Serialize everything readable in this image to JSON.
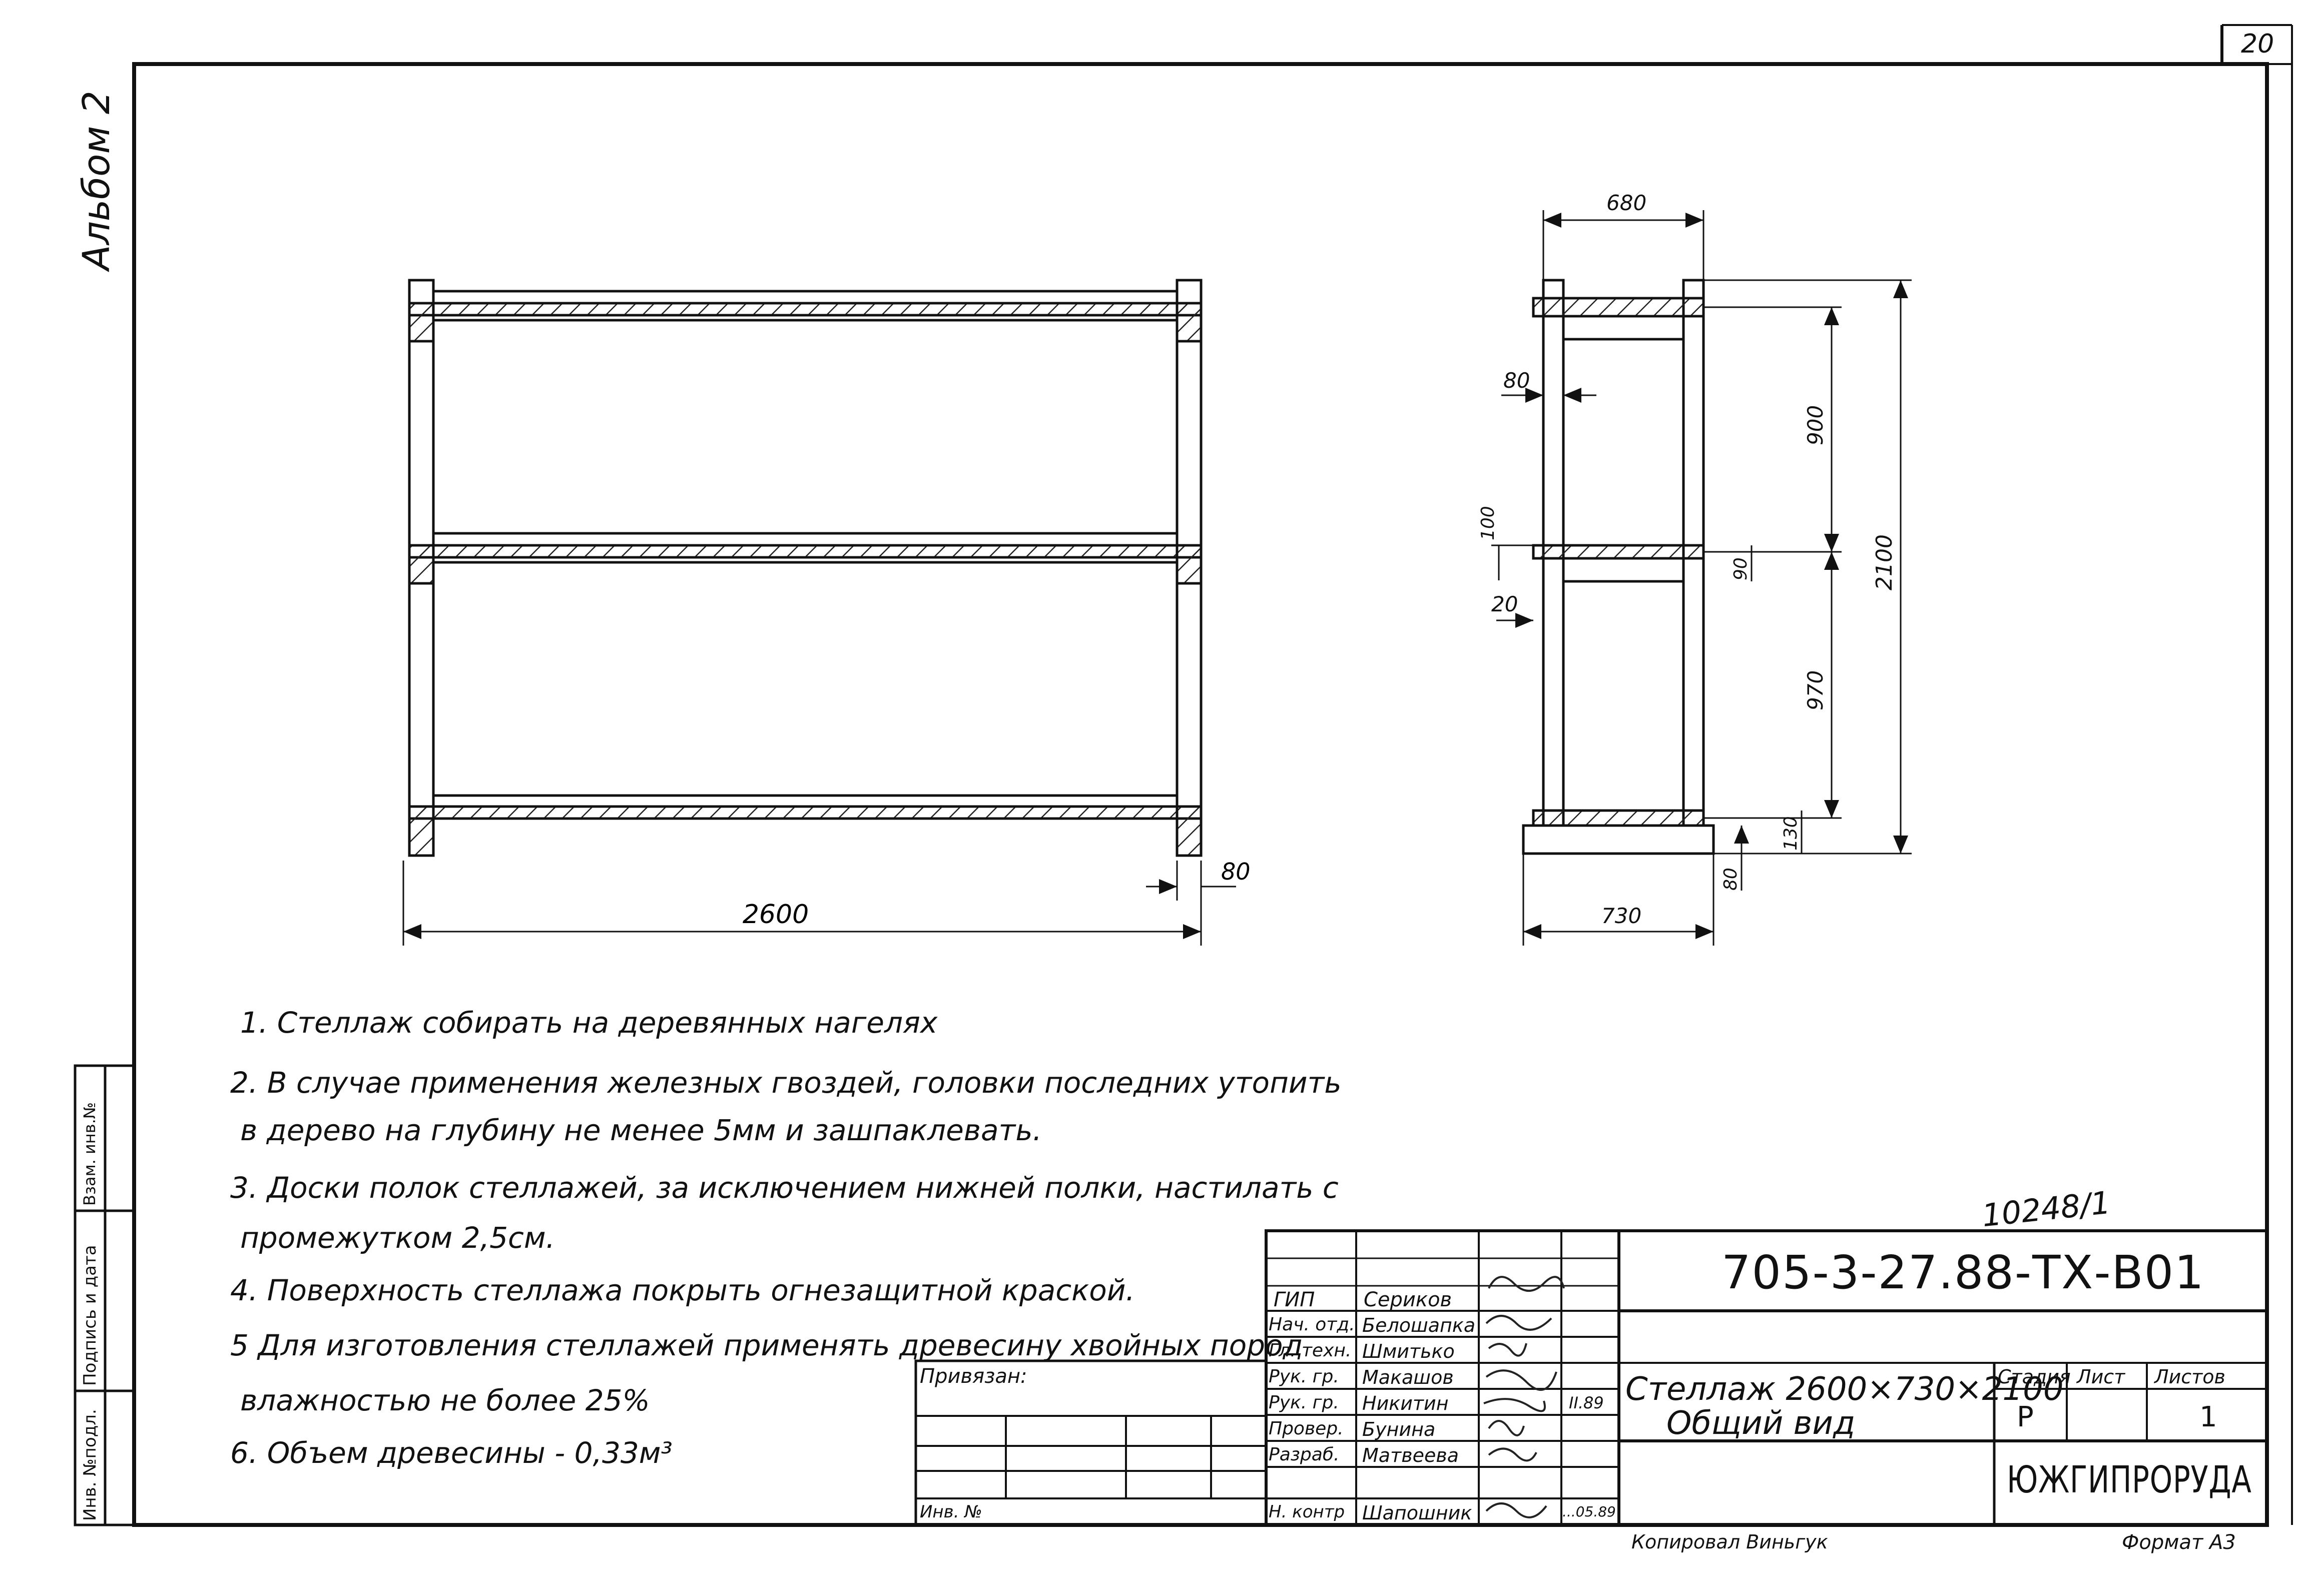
{
  "sheet": {
    "page_number": "20",
    "album_label": "Альбом 2",
    "format_label": "Формат А3",
    "copied_by": "Копировал Виньгук",
    "side_stamps": [
      "Инв. №подл.",
      "Подпись и дата",
      "Взам. инв.№"
    ]
  },
  "front_view": {
    "dim_width": "2600",
    "dim_post": "80"
  },
  "side_view": {
    "dim_top": "680",
    "dim_base": "730",
    "dim_total_height": "2100",
    "dim_upper": "900",
    "dim_lower": "970",
    "dim_shelf_mid": "90",
    "dim_bottom_shelf": "130",
    "dim_foot": "80",
    "dim_post": "80",
    "dim_board": "100",
    "dim_gap": "20"
  },
  "notes": [
    "1. Стеллаж собирать на деревянных нагелях",
    "2. В случае применения железных гвоздей, головки последних утопить",
    "в дерево на глубину не менее 5мм и зашпаклевать.",
    "3. Доски полок стеллажей, за исключением нижней полки, настилать с",
    "промежутком 2,5см.",
    "4. Поверхность стеллажа покрыть огнезащитной краской.",
    "5 Для изготовления стеллажей применять древесину хвойных пород",
    "влажностью не более 25%",
    "6. Объем древесины - 0,33м³"
  ],
  "title_block": {
    "handwritten_no": "10248/1",
    "doc_code": "705-3-27.88-ТХ-В01",
    "title_line1": "Стеллаж 2600×730×2100",
    "title_line2": "Общий вид",
    "privyazan": "Привязан:",
    "inv_no": "Инв. №",
    "stage_header": "Стадия",
    "sheet_header": "Лист",
    "sheets_header": "Листов",
    "stage_value": "Р",
    "sheet_value": "",
    "sheets_value": "1",
    "organization": "ЮЖГИПРОРУДА",
    "roles": [
      {
        "role": "ГИП",
        "name": "Сериков",
        "date": ""
      },
      {
        "role": "Нач. отд.",
        "name": "Белошапка",
        "date": ""
      },
      {
        "role": "Гл. техн.",
        "name": "Шмитько",
        "date": ""
      },
      {
        "role": "Рук. гр.",
        "name": "Макашов",
        "date": ""
      },
      {
        "role": "Рук. гр.",
        "name": "Никитин",
        "date": "II.89"
      },
      {
        "role": "Провер.",
        "name": "Бунина",
        "date": ""
      },
      {
        "role": "Разраб.",
        "name": "Матвеева",
        "date": ""
      },
      {
        "role": "Н. контр",
        "name": "Шапошник",
        "date": "...05.89"
      }
    ]
  }
}
